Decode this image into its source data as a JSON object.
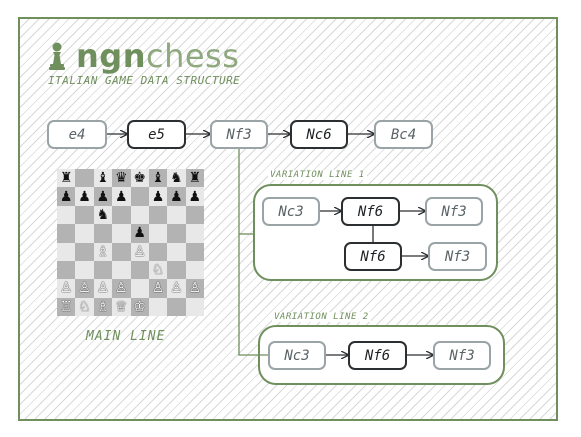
{
  "brand": {
    "bold": "ngn",
    "light": "chess",
    "logo_icon": "pawn-icon"
  },
  "subtitle": "ITALIAN GAME DATA STRUCTURE",
  "main_line": {
    "label": "MAIN LINE",
    "moves": [
      "e4",
      "e5",
      "Nf3",
      "Nc6",
      "Bc4"
    ]
  },
  "variation_1": {
    "label": "VARIATION LINE 1",
    "row1": [
      "Nc3",
      "Nf6",
      "Nf3"
    ],
    "row2": [
      "Nf6",
      "Nf3"
    ]
  },
  "variation_2": {
    "label": "VARIATION LINE 2",
    "moves": [
      "Nc3",
      "Nf6",
      "Nf3"
    ]
  },
  "board": {
    "rows": [
      [
        "♜",
        "",
        "♝",
        "♛",
        "♚",
        "♝",
        "♞",
        "♜"
      ],
      [
        "♟",
        "♟",
        "♟",
        "♟",
        "",
        "♟",
        "♟",
        "♟"
      ],
      [
        "",
        "",
        "♞",
        "",
        "",
        "",
        "",
        ""
      ],
      [
        "",
        "",
        "",
        "",
        "♟",
        "",
        "",
        ""
      ],
      [
        "",
        "",
        "♗",
        "",
        "♙",
        "",
        "",
        ""
      ],
      [
        "",
        "",
        "",
        "",
        "",
        "♘",
        "",
        ""
      ],
      [
        "♙",
        "♙",
        "♙",
        "♙",
        "",
        "♙",
        "♙",
        "♙"
      ],
      [
        "♖",
        "♘",
        "♗",
        "♕",
        "♔",
        "",
        "",
        ""
      ]
    ]
  },
  "colors": {
    "accent": "#6f8f5d",
    "node_border": "#9aa3a6",
    "node_strong": "#2c2f31"
  }
}
